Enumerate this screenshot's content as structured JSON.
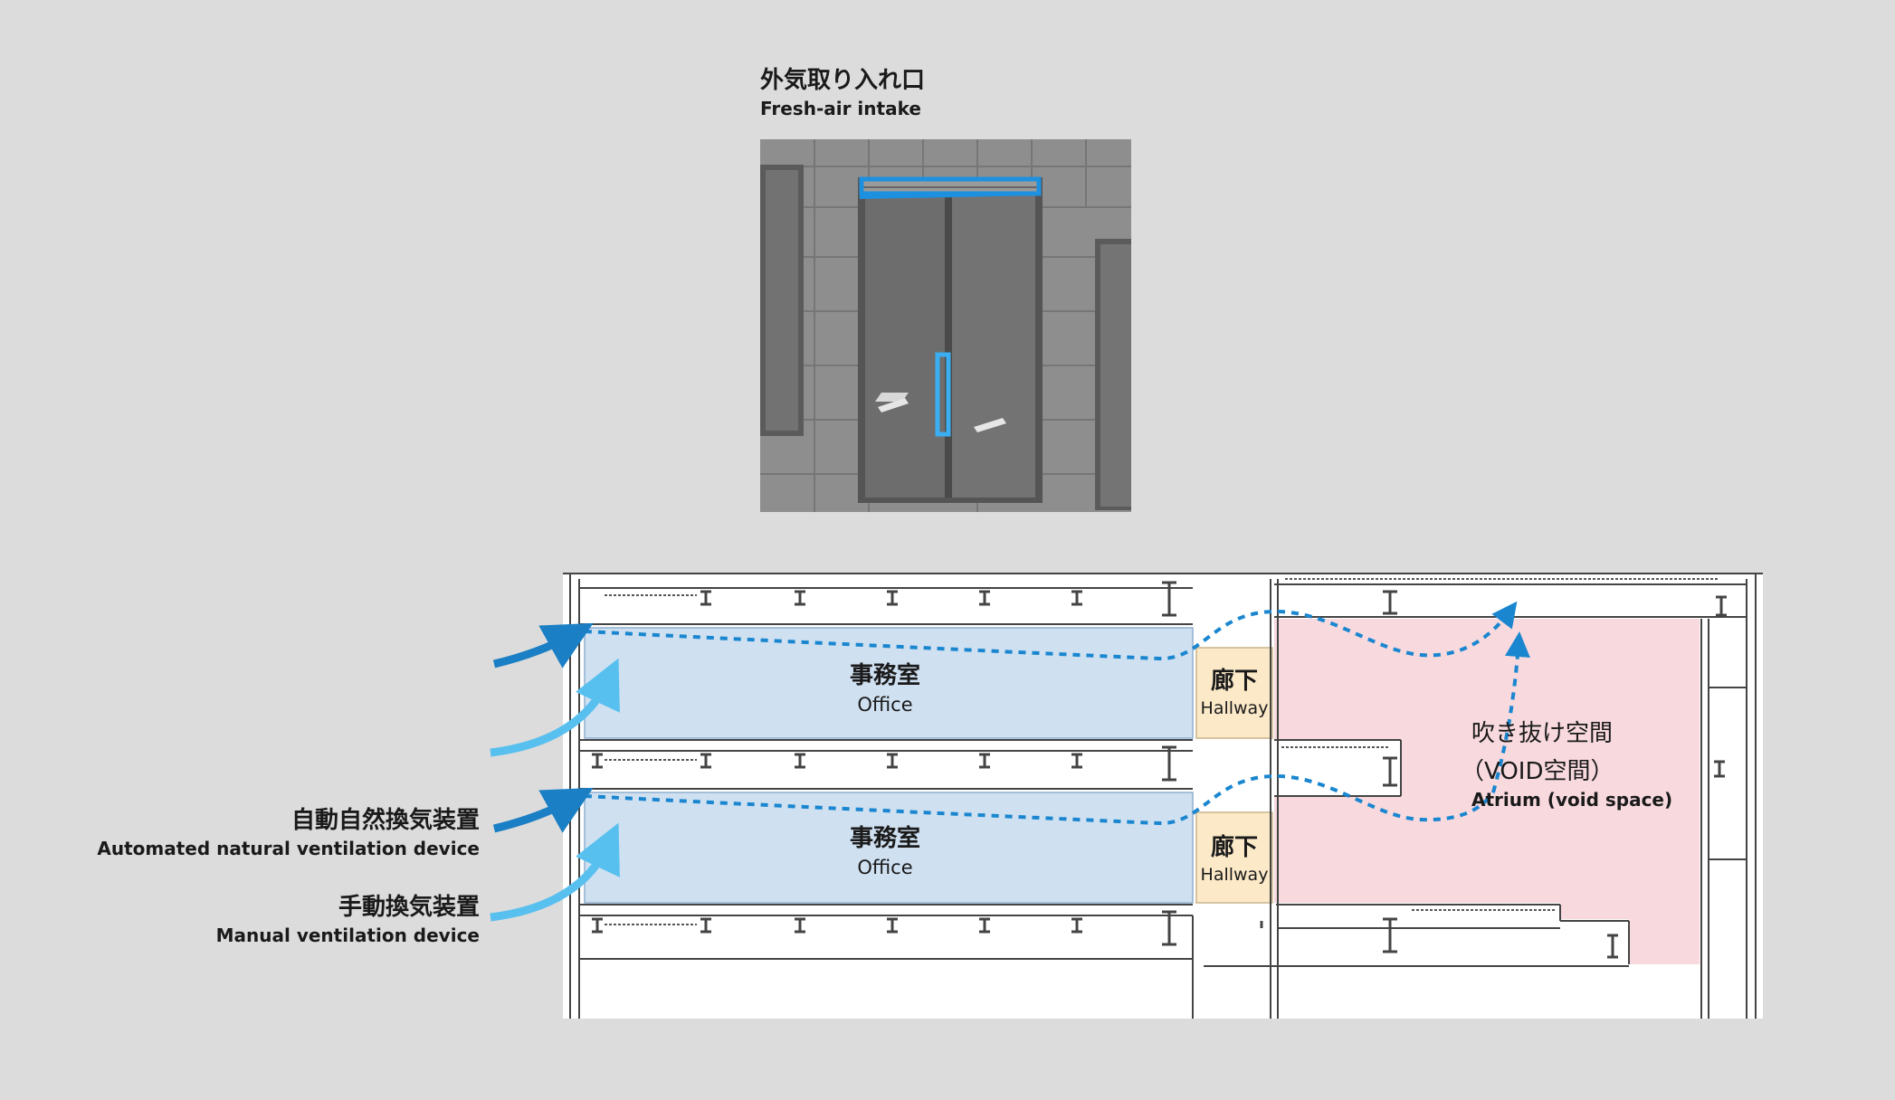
{
  "intake": {
    "title_jp": "外気取り入れ口",
    "title_en": "Fresh-air intake"
  },
  "legend": {
    "auto_jp": "自動自然換気装置",
    "auto_en": "Automated natural ventilation device",
    "manual_jp": "手動換気装置",
    "manual_en": "Manual ventilation device"
  },
  "rooms": {
    "office_jp": "事務室",
    "office_en": "Office",
    "hallway_jp": "廊下",
    "hallway_en": "Hallway",
    "atrium_jp_1": "吹き抜け空間",
    "atrium_jp_2": "（VOID空間）",
    "atrium_en": "Atrium (void space)"
  },
  "colors": {
    "background": "#dcdcdc",
    "office": "#cfe0f1",
    "hallway": "#fbe9c8",
    "atrium": "#f7d9de",
    "auto_arrow": "#1a7fc4",
    "manual_arrow": "#58c0ef",
    "airflow": "#1a86cf",
    "intake_highlight": "#1e90e0"
  }
}
